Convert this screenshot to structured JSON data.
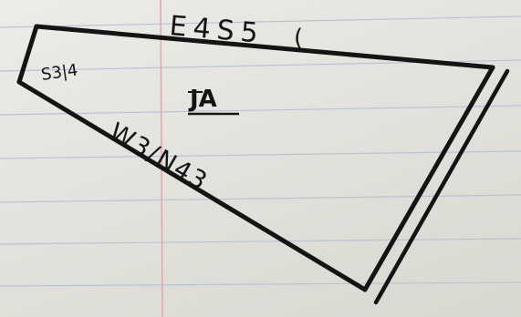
{
  "sketch": {
    "labels": {
      "top_edge": "E4S5",
      "left_edge": "S3|4",
      "center": "JA",
      "diagonal": "W3/N43"
    }
  },
  "colors": {
    "paper": "#e6e6e1",
    "ruled_lines": "#b9c3d6",
    "margin_line": "#e7a3a8",
    "ink": "#141414"
  }
}
